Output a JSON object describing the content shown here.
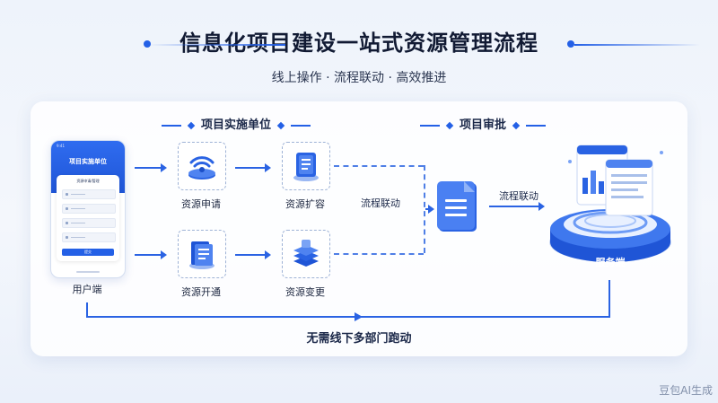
{
  "header": {
    "title": "信息化项目建设一站式资源管理流程",
    "subtitle": "线上操作 · 流程联动 · 高效推进"
  },
  "sections": {
    "implementer": "项目实施单位",
    "approval": "项目审批"
  },
  "phone": {
    "status_time": "9:41",
    "screen_title": "项目实施单位",
    "card_title": "资源申请/管理",
    "submit_label": "提交",
    "caption": "用户端"
  },
  "steps": [
    {
      "label": "资源申请",
      "icon": "wifi-icon"
    },
    {
      "label": "资源扩容",
      "icon": "document-icon"
    },
    {
      "label": "资源开通",
      "icon": "open-book-icon"
    },
    {
      "label": "资源变更",
      "icon": "layers-icon"
    }
  ],
  "flow": {
    "to_approval": "流程联动",
    "to_server": "流程联动",
    "bottom": "无需线下多部门跑动"
  },
  "server": {
    "label": "服务端"
  },
  "watermark": "豆包AI生成",
  "colors": {
    "accent": "#2460e6",
    "text": "#16203a"
  }
}
